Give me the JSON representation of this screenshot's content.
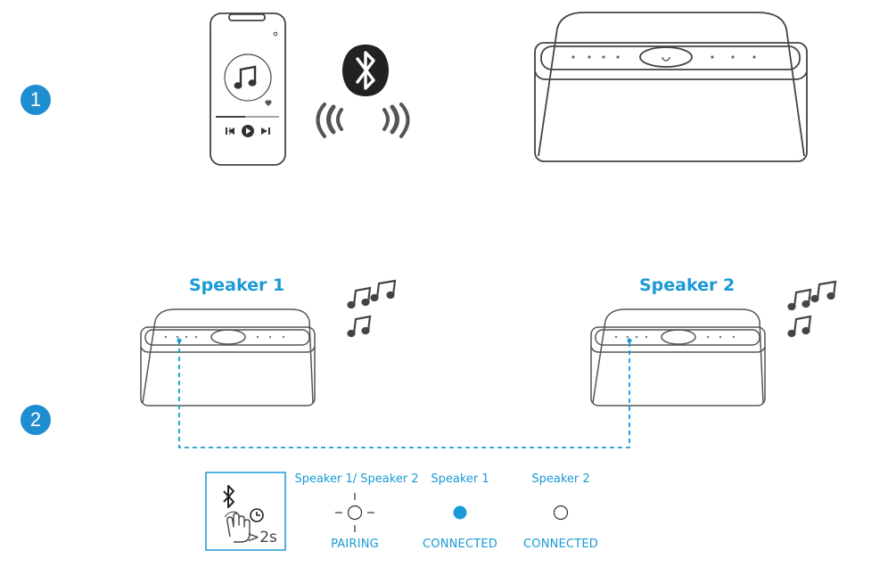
{
  "steps": {
    "step1": "1",
    "step2": "2"
  },
  "speakers": {
    "speaker1_title": "Speaker 1",
    "speaker2_title": "Speaker 2"
  },
  "instruction": {
    "hold_time": ">2s"
  },
  "states": {
    "pairing_label_top": "Speaker 1/ Speaker 2",
    "pairing_label_bottom": "PAIRING",
    "connected1_label_top": "Speaker 1",
    "connected1_label_bottom": "CONNECTED",
    "connected2_label_top": "Speaker 2",
    "connected2_label_bottom": "CONNECTED"
  },
  "colors": {
    "accent": "#1a9ad6",
    "badge": "#1f8ed0",
    "line": "#444444"
  },
  "icons": [
    "music-note-icon",
    "play-icon",
    "previous-icon",
    "next-icon",
    "bluetooth-icon",
    "sound-wave-icon",
    "hand-press-icon",
    "clock-icon",
    "led-indicator-icon"
  ]
}
